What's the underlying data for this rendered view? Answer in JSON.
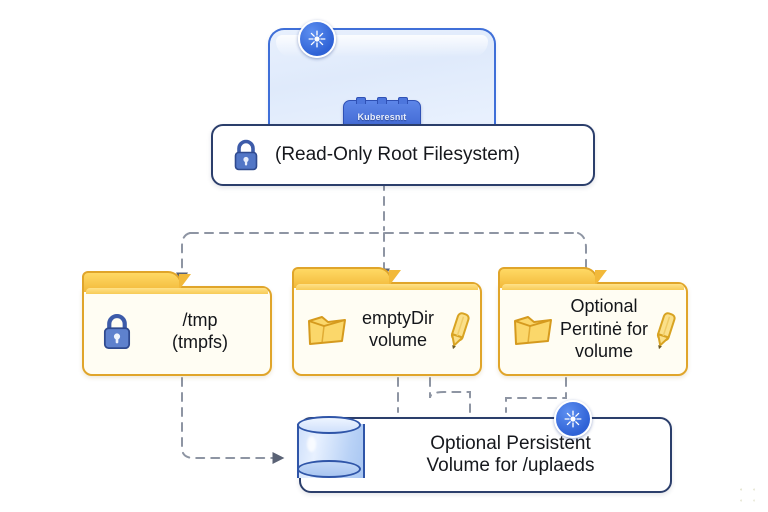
{
  "diagram": {
    "background": "#ffffff",
    "accent_blue": "#3f6fd8",
    "accent_gold": "#e0a52a",
    "node_border": "#2b3e6b",
    "edge_color": "#7b8291"
  },
  "container": {
    "name": "kubernetes-container",
    "chip_label": "Kuberesnıt",
    "badge_icon": "kubernetes-icon"
  },
  "root_fs": {
    "label": "(Read-Only Root Filesystem)",
    "icon": "lock-icon"
  },
  "folders": [
    {
      "id": "tmp",
      "label": "/tmp\n(tmpfs)",
      "left_icon": "lock-icon",
      "right_icon": null
    },
    {
      "id": "emptydir",
      "label": "emptyDir\nvolume",
      "left_icon": "open-folder-icon",
      "right_icon": "pencil-icon"
    },
    {
      "id": "optional-volume",
      "label": "Optional\nPerıtinė for\nvolume",
      "left_icon": "open-folder-icon",
      "right_icon": "pencil-icon"
    }
  ],
  "persistent_volume": {
    "label": "Optional Persistent\nVolume for /uplaeds",
    "icon": "database-cylinder-icon",
    "badge_icon": "kubernetes-icon"
  }
}
